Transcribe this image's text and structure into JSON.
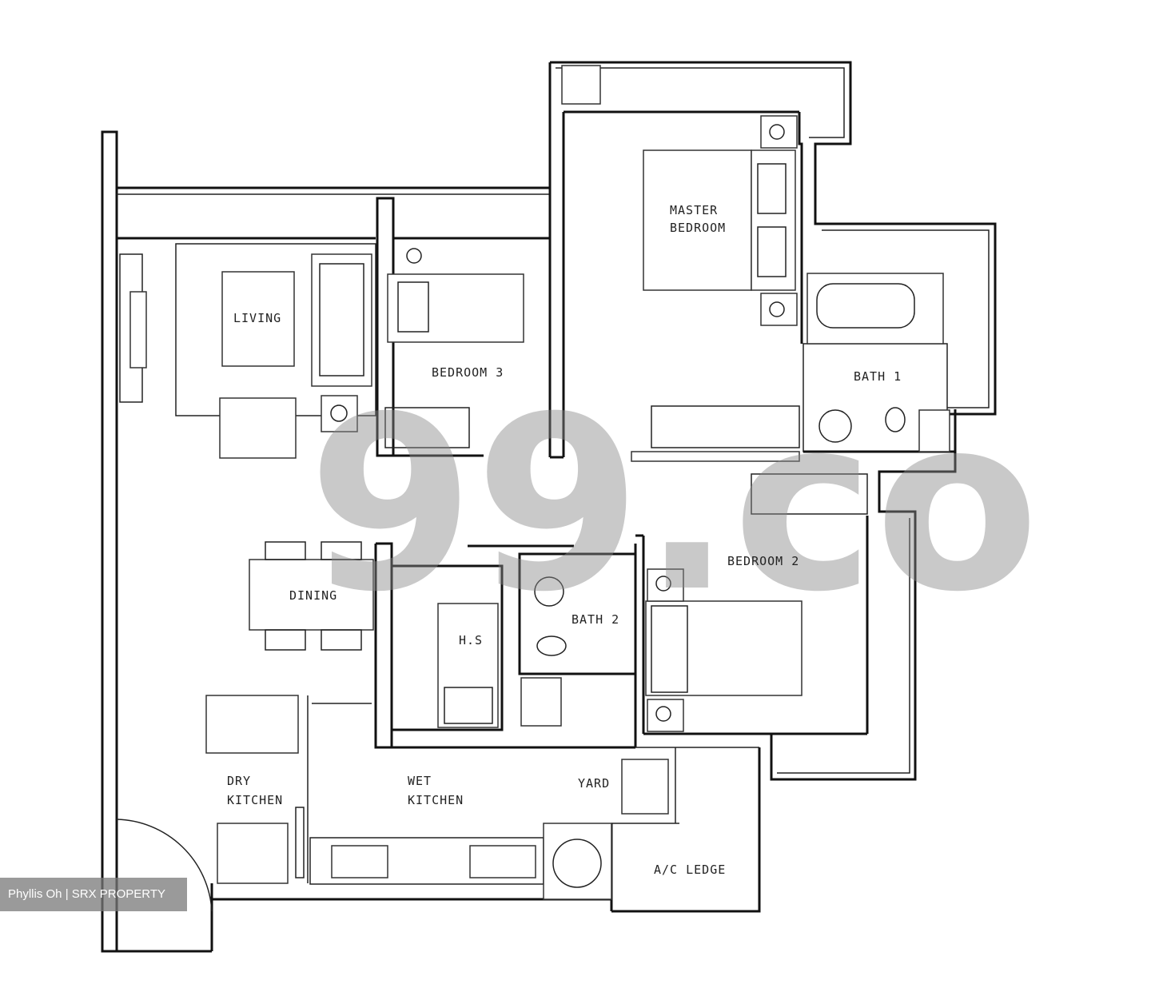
{
  "plan": {
    "rooms": {
      "living": "LIVING",
      "bedroom3": "BEDROOM 3",
      "master_line1": "MASTER",
      "master_line2": "BEDROOM",
      "bath1": "BATH 1",
      "bedroom2": "BEDROOM 2",
      "dining": "DINING",
      "hs": "H.S",
      "bath2": "BATH 2",
      "dry_line1": "DRY",
      "dry_line2": "KITCHEN",
      "wet_line1": "WET",
      "wet_line2": "KITCHEN",
      "yard": "YARD",
      "ac_ledge": "A/C LEDGE"
    },
    "watermark": "99.co",
    "credit": "Phyllis Oh | SRX PROPERTY",
    "colors": {
      "line": "#111111",
      "watermark": "#8a8a8a",
      "background": "#ffffff"
    }
  }
}
